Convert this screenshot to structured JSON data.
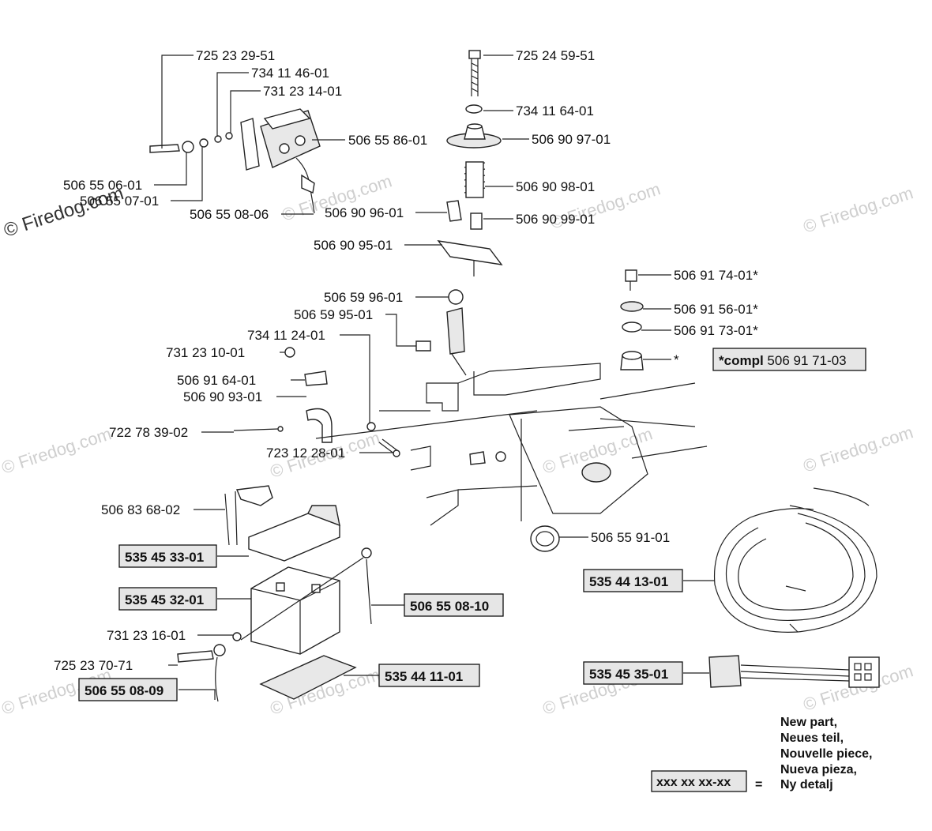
{
  "parts": [
    {
      "id": "p1",
      "number": "725 23 29-51"
    },
    {
      "id": "p2",
      "number": "734 11 46-01"
    },
    {
      "id": "p3",
      "number": "731 23 14-01"
    },
    {
      "id": "p4",
      "number": "506 55 86-01"
    },
    {
      "id": "p5",
      "number": "506 55 06-01"
    },
    {
      "id": "p6",
      "number": "506 55 07-01"
    },
    {
      "id": "p7",
      "number": "506 55 08-06"
    },
    {
      "id": "p8",
      "number": "725 24 59-51"
    },
    {
      "id": "p9",
      "number": "734 11 64-01"
    },
    {
      "id": "p10",
      "number": "506 90 97-01"
    },
    {
      "id": "p11",
      "number": "506 90 98-01"
    },
    {
      "id": "p12",
      "number": "506 90 96-01"
    },
    {
      "id": "p13",
      "number": "506 90 99-01"
    },
    {
      "id": "p14",
      "number": "506 90 95-01"
    },
    {
      "id": "p15",
      "number": "506 91 74-01*"
    },
    {
      "id": "p16",
      "number": "506 91 56-01*"
    },
    {
      "id": "p17",
      "number": "506 91 73-01*"
    },
    {
      "id": "p18",
      "number": "*"
    },
    {
      "id": "p19",
      "number": "506 59 96-01"
    },
    {
      "id": "p20",
      "number": "506 59 95-01"
    },
    {
      "id": "p21",
      "number": "734 11 24-01"
    },
    {
      "id": "p22",
      "number": "731 23 10-01"
    },
    {
      "id": "p23",
      "number": "506 91 64-01"
    },
    {
      "id": "p24",
      "number": "506 90 93-01"
    },
    {
      "id": "p25",
      "number": "722 78 39-02"
    },
    {
      "id": "p26",
      "number": "723 12 28-01"
    },
    {
      "id": "p27",
      "number": "506 83 68-02"
    },
    {
      "id": "p28",
      "number": "535 45 33-01",
      "new": true
    },
    {
      "id": "p29",
      "number": "535 45 32-01",
      "new": true
    },
    {
      "id": "p30",
      "number": "506 55 08-10",
      "new": true
    },
    {
      "id": "p31",
      "number": "731 23 16-01"
    },
    {
      "id": "p32",
      "number": "725 23 70-71"
    },
    {
      "id": "p33",
      "number": "506 55 08-09",
      "new": true
    },
    {
      "id": "p34",
      "number": "535 44 11-01",
      "new": true
    },
    {
      "id": "p35",
      "number": "506 55 91-01"
    },
    {
      "id": "p36",
      "number": "535 44 13-01",
      "new": true
    },
    {
      "id": "p37",
      "number": "535 45 35-01",
      "new": true
    }
  ],
  "kit": {
    "prefix": "*compl",
    "number": "506 91 71-03"
  },
  "watermark": "© Firedog.com",
  "legend": {
    "sample": "xxx xx xx-xx",
    "equals": "=",
    "lines": [
      "New part,",
      "Neues teil,",
      "Nouvelle piece,",
      "Nueva pieza,",
      "Ny detalj"
    ]
  }
}
